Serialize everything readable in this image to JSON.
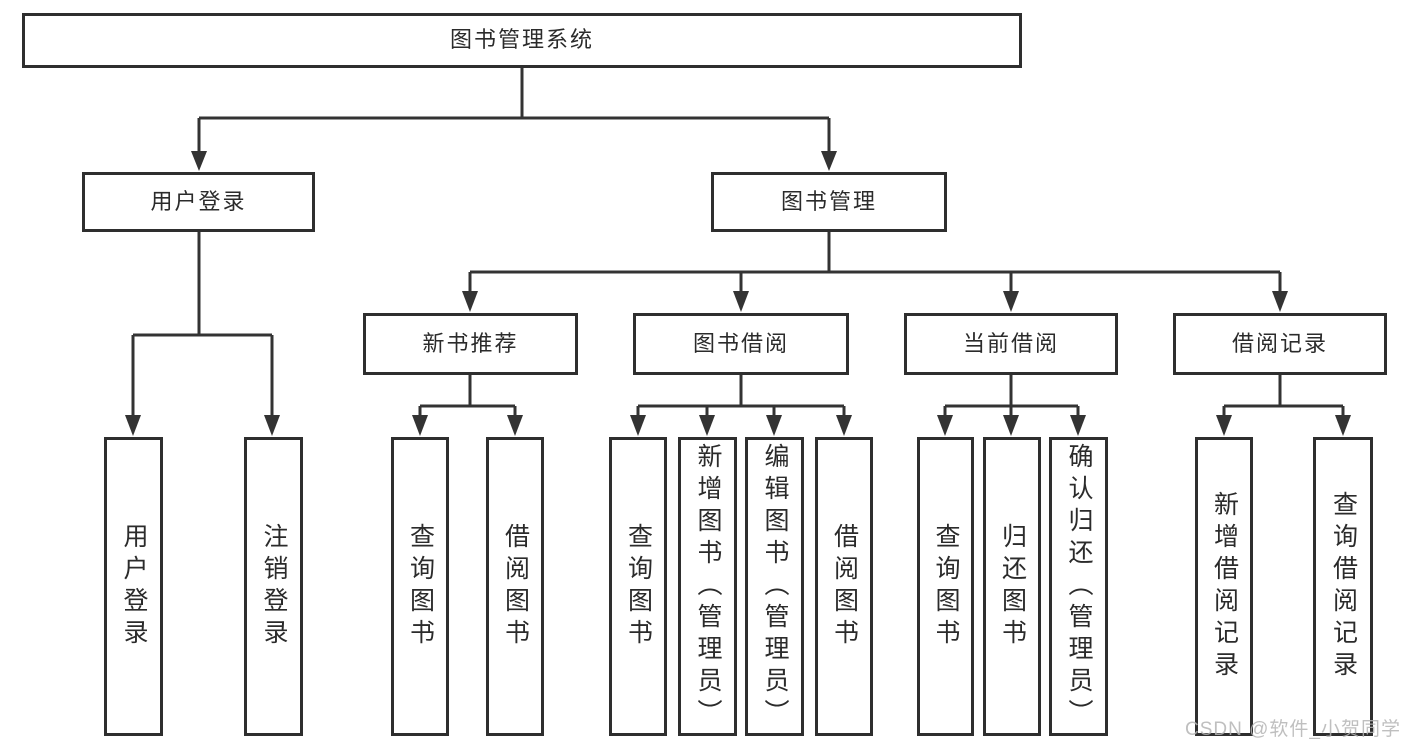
{
  "root": {
    "label": "图书管理系统"
  },
  "user_login": {
    "label": "用户登录",
    "children": [
      {
        "label": "用户登录"
      },
      {
        "label": "注销登录"
      }
    ]
  },
  "book_management": {
    "label": "图书管理",
    "sections": [
      {
        "label": "新书推荐",
        "children": [
          {
            "label": "查询图书"
          },
          {
            "label": "借阅图书"
          }
        ]
      },
      {
        "label": "图书借阅",
        "children": [
          {
            "label": "查询图书"
          },
          {
            "label": "新增图书（管理员）"
          },
          {
            "label": "编辑图书（管理员）"
          },
          {
            "label": "借阅图书"
          }
        ]
      },
      {
        "label": "当前借阅",
        "children": [
          {
            "label": "查询图书"
          },
          {
            "label": "归还图书"
          },
          {
            "label": "确认归还（管理员）"
          }
        ]
      },
      {
        "label": "借阅记录",
        "children": [
          {
            "label": "新增借阅记录"
          },
          {
            "label": "查询借阅记录"
          }
        ]
      }
    ]
  },
  "watermark": "CSDN @软件_小贺同学",
  "colors": {
    "line": "#333333",
    "box_border": "#2e2e2e",
    "text": "#2b2b2b",
    "watermark": "#b5b5b5",
    "background": "#ffffff"
  }
}
